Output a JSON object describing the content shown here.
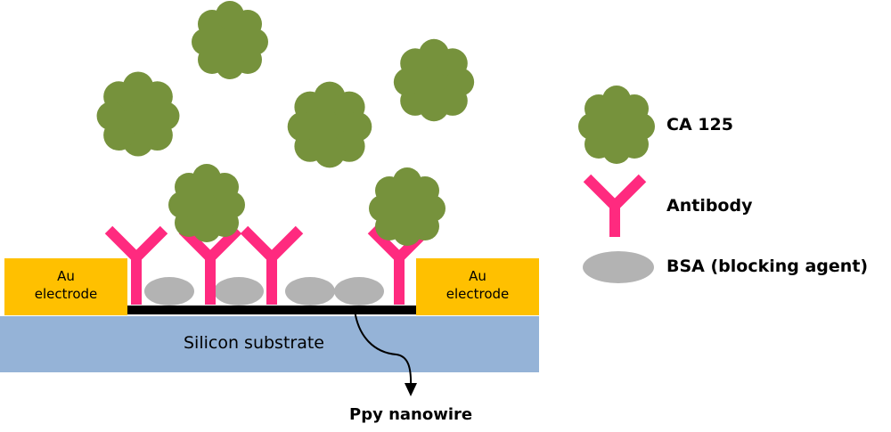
{
  "legend": {
    "ca125_label": "CA 125",
    "antibody_label": "Antibody",
    "bsa_label": "BSA (blocking agent)"
  },
  "electrodes": {
    "left_label_line1": "Au",
    "left_label_line2": "electrode",
    "right_label_line1": "Au",
    "right_label_line2": "electrode"
  },
  "substrate_label": "Silicon substrate",
  "nanowire_label": "Ppy nanowire",
  "colors": {
    "ca125": "#76923c",
    "antibody": "#ff2a7f",
    "bsa": "#b3b3b3",
    "electrode": "#ffc000",
    "substrate": "#95b3d7",
    "nanowire": "#000000"
  },
  "icons": {
    "ca125": "protein-blob",
    "antibody": "y-shaped-antibody",
    "bsa": "gray-ellipse"
  }
}
